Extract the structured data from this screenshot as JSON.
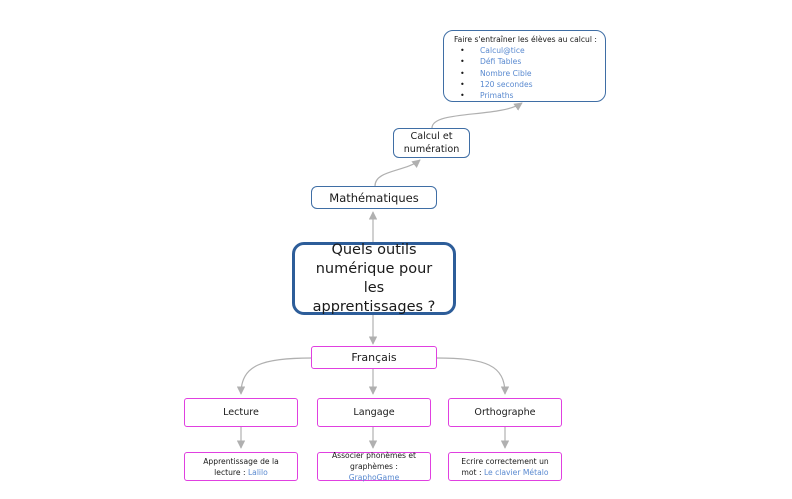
{
  "central": {
    "line1": "Quels outils",
    "line2": "numérique pour les",
    "line3": "apprentissages ?"
  },
  "math": {
    "label": "Mathématiques",
    "calcul": {
      "line1": "Calcul et",
      "line2": "numération"
    },
    "list": {
      "title": "Faire s'entraîner les élèves au calcul :",
      "items": [
        "Calcul@tice",
        "Défi Tables",
        "Nombre Cible",
        "120 secondes",
        "Primaths"
      ]
    }
  },
  "francais": {
    "label": "Français",
    "lecture": {
      "label": "Lecture",
      "detail_line1": "Apprentissage de la",
      "detail_prefix": "lecture : ",
      "detail_tool": "Lalilo"
    },
    "langage": {
      "label": "Langage",
      "detail_line1": "Associer phonèmes et",
      "detail_prefix": "graphèmes : ",
      "detail_tool": "GraphoGame"
    },
    "orthographe": {
      "label": "Orthographe",
      "detail_line1": "Ecrire correctement un",
      "detail_prefix": "mot : ",
      "detail_tool": "Le clavier Métalo"
    }
  },
  "colors": {
    "blue_border": "#3f6ea5",
    "central_border": "#2d5d99",
    "pink_border": "#e040e0",
    "connector": "#b0b0b0",
    "link_text": "#5a8ad0"
  }
}
